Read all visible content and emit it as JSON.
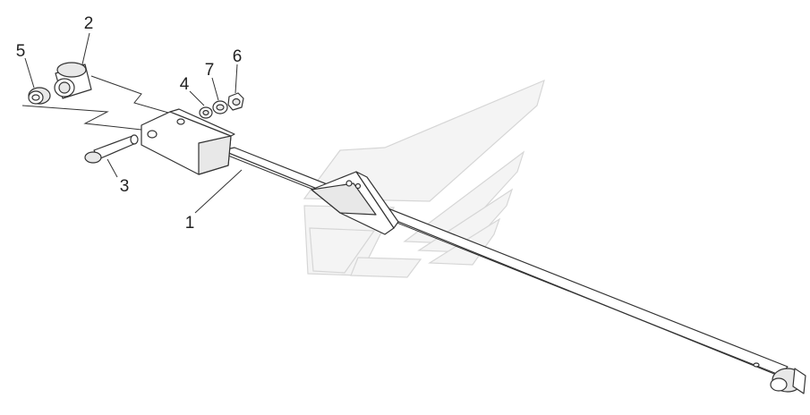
{
  "callouts": [
    {
      "id": "c1",
      "label": "1"
    },
    {
      "id": "c2",
      "label": "2"
    },
    {
      "id": "c3",
      "label": "3"
    },
    {
      "id": "c4",
      "label": "4"
    },
    {
      "id": "c5",
      "label": "5"
    },
    {
      "id": "c6",
      "label": "6"
    },
    {
      "id": "c7",
      "label": "7"
    }
  ],
  "colors": {
    "line": "#333333",
    "watermark": "#d6d6d6",
    "background": "#ffffff"
  }
}
